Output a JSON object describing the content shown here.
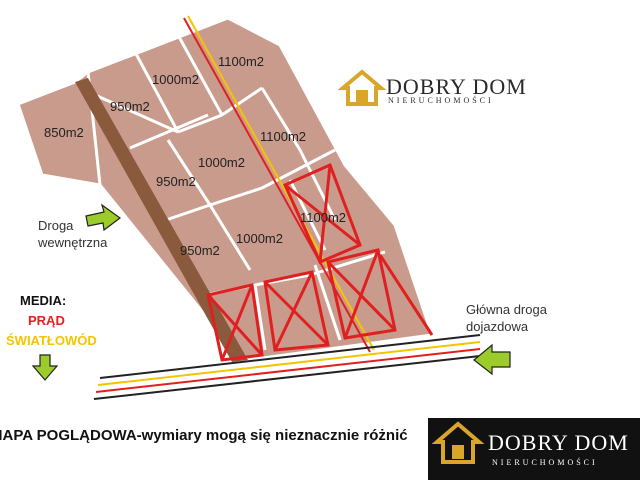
{
  "plots": {
    "p1": "850m2",
    "p2": "950m2",
    "p3": "1000m2",
    "p4": "1100m2",
    "p5": "950m2",
    "p6": "1000m2",
    "p7": "1100m2",
    "p8": "950m2",
    "p9": "1000m2",
    "p10": "1100m2"
  },
  "labels": {
    "internal_road_line1": "Droga",
    "internal_road_line2": "wewnętrzna",
    "main_road_line1": "Główna droga",
    "main_road_line2": "dojazdowa",
    "media_title": "MEDIA:",
    "media_power": "PRĄD",
    "media_fiber": "ŚWIATŁOWÓD",
    "caption": "MAPA POGLĄDOWA-wymiary mogą się nieznacznie różnić"
  },
  "logo": {
    "name": "DOBRY DOM",
    "subtitle": "NIERUCHOMOŚCI"
  },
  "colors": {
    "plot_fill": "#c99b8d",
    "plot_outline": "#ffffff",
    "internal_road": "#8b5a3c",
    "power_line": "#e02020",
    "fiber_line": "#f5c400",
    "arrow": "#9ccc2a",
    "logo_gold": "#d9a62a"
  },
  "icons": [
    "house-logo-icon",
    "arrow-right-icon",
    "arrow-down-icon",
    "arrow-left-icon"
  ]
}
